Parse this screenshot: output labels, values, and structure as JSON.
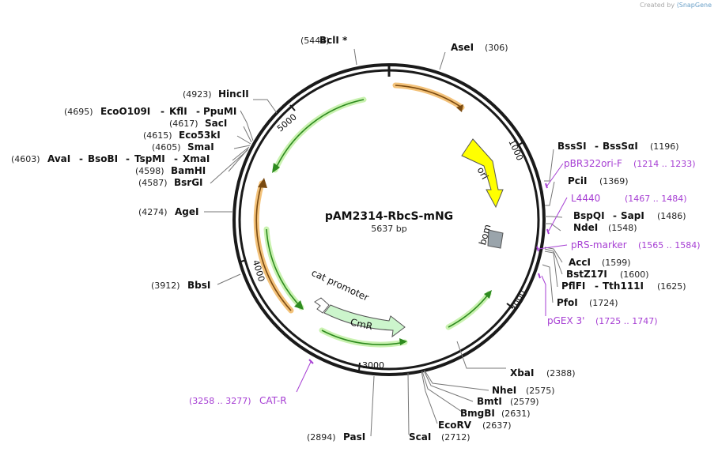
{
  "credit": {
    "prefix": "Created by",
    "brand": "SnapGene"
  },
  "plasmid": {
    "name": "pAM2314-RbcS-mNG",
    "length_label": "5637 bp"
  },
  "ticks": [
    "1000",
    "2000",
    "3000",
    "4000",
    "5000"
  ],
  "features": {
    "ori": "ori",
    "bom": "bom",
    "cat_promoter": "cat promoter",
    "cmr": "CmR"
  },
  "sites": [
    {
      "name": "BclI *",
      "pos": "(5444)"
    },
    {
      "name": "AseI",
      "pos": "(306)"
    },
    {
      "name": "HincII",
      "pos": "(4923)"
    },
    {
      "name": "EcoO109I",
      "extra1": "KflI",
      "extra2": "PpuMI",
      "pos": "(4695)"
    },
    {
      "name": "SacI",
      "pos": "(4617)"
    },
    {
      "name": "Eco53kI",
      "pos": "(4615)"
    },
    {
      "name": "SmaI",
      "pos": "(4605)"
    },
    {
      "name": "AvaI",
      "extra1": "BsoBI",
      "extra2": "TspMI",
      "extra3": "XmaI",
      "pos": "(4603)"
    },
    {
      "name": "BamHI",
      "pos": "(4598)"
    },
    {
      "name": "BsrGI",
      "pos": "(4587)"
    },
    {
      "name": "AgeI",
      "pos": "(4274)"
    },
    {
      "name": "BbsI",
      "pos": "(3912)"
    },
    {
      "name": "BssSI",
      "extra1": "BssSαI",
      "pos": "(1196)"
    },
    {
      "name": "PciI",
      "pos": "(1369)"
    },
    {
      "name": "BspQI",
      "extra1": "SapI",
      "pos": "(1486)"
    },
    {
      "name": "NdeI",
      "pos": "(1548)"
    },
    {
      "name": "AccI",
      "pos": "(1599)"
    },
    {
      "name": "BstZ17I",
      "pos": "(1600)"
    },
    {
      "name": "PflFI",
      "extra1": "Tth111I",
      "pos": "(1625)"
    },
    {
      "name": "PfoI",
      "pos": "(1724)"
    },
    {
      "name": "XbaI",
      "pos": "(2388)"
    },
    {
      "name": "NheI",
      "pos": "(2575)"
    },
    {
      "name": "BmtI",
      "pos": "(2579)"
    },
    {
      "name": "BmgBI",
      "pos": "(2631)"
    },
    {
      "name": "EcoRV",
      "pos": "(2637)"
    },
    {
      "name": "ScaI",
      "pos": "(2712)"
    },
    {
      "name": "PasI",
      "pos": "(2894)"
    }
  ],
  "primers": [
    {
      "name": "pBR322ori-F",
      "range": "(1214 .. 1233)"
    },
    {
      "name": "L4440",
      "range": "(1467 .. 1484)"
    },
    {
      "name": "pRS-marker",
      "range": "(1565 .. 1584)"
    },
    {
      "name": "pGEX 3'",
      "range": "(1725 .. 1747)"
    },
    {
      "name": "CAT-R",
      "range": "(3258 .. 3277)"
    }
  ],
  "colors": {
    "backbone": "#1a1a1a",
    "ori": "#ffff00",
    "cmr": "#ccf5cc",
    "promoter": "#ffffff",
    "bom": "#9aa4ab",
    "orange_arrow": "#f3c27a",
    "green_arrow": "#2e8b1f",
    "primer": "#a63ed3"
  }
}
